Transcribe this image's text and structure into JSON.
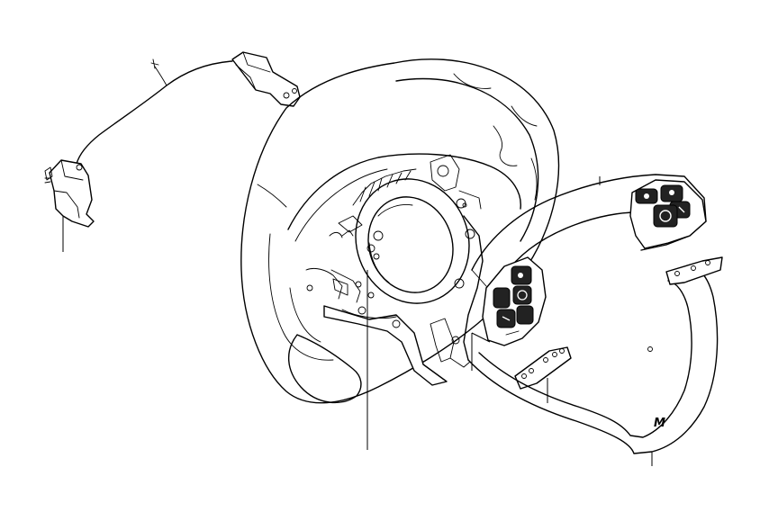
{
  "diagram": {
    "parts": [
      {
        "id": "wiring-harness-connector",
        "icon": "connector-icon"
      },
      {
        "id": "steering-wheel",
        "icon": "steering-wheel-icon"
      },
      {
        "id": "right-switch-cover",
        "icon": "switch-cover-icon"
      },
      {
        "id": "left-multifunction-switch",
        "icon": "switch-cluster-icon"
      },
      {
        "id": "switch-contact-strip",
        "icon": "contact-strip-icon"
      },
      {
        "id": "trim-cover",
        "icon": "trim-cover-icon"
      }
    ],
    "trim_logo": "M"
  }
}
